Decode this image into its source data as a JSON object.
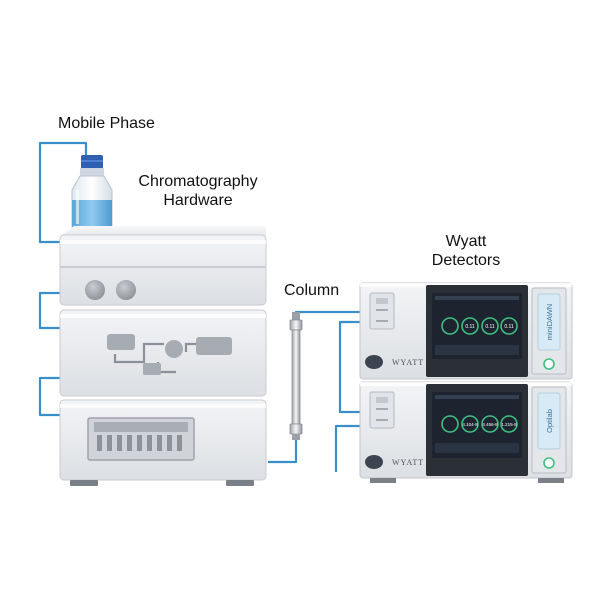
{
  "labels": {
    "mobile_phase": "Mobile Phase",
    "hardware_line1": "Chromatography",
    "hardware_line2": "Hardware",
    "column": "Column",
    "detectors_line1": "Wyatt",
    "detectors_line2": "Detectors"
  },
  "detectors": {
    "top": {
      "brand": "WYATT",
      "side_label": "miniDAWN",
      "screen_values": [
        "0.11",
        "0.11",
        "0.11"
      ]
    },
    "bottom": {
      "brand": "WYATT",
      "side_label": "Optilab",
      "screen_values": [
        "4.104-8",
        "4.456-8",
        "1.215-8"
      ]
    }
  },
  "colors": {
    "tubing": "#3a8fc8",
    "panel_light": "#eceef1",
    "panel_mid": "#d3d6db",
    "panel_dark": "#a9adb4",
    "screen_bg": "#1d2430",
    "screen_accent": "#3fbf7f",
    "liquid": "#6fb6e6",
    "cap": "#2e5fb0"
  }
}
